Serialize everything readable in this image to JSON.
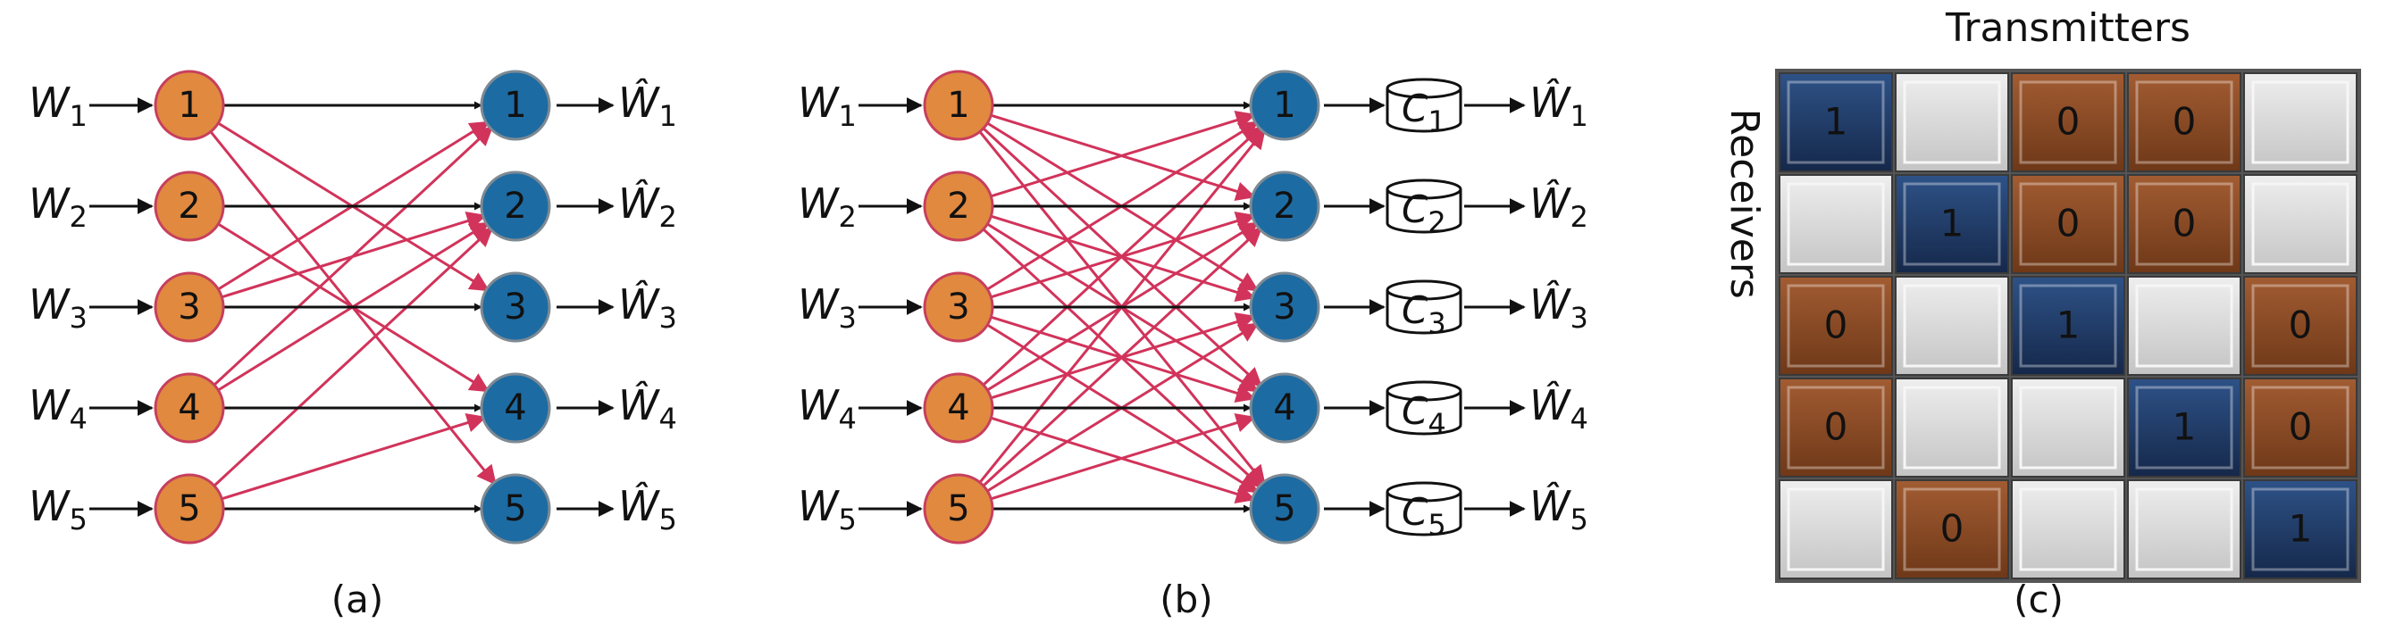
{
  "panels": [
    {
      "caption": "(a)",
      "transmitters": [
        "1",
        "2",
        "3",
        "4",
        "5"
      ],
      "receivers": [
        "1",
        "2",
        "3",
        "4",
        "5"
      ],
      "messages": [
        "W1",
        "W2",
        "W3",
        "W4",
        "W5"
      ],
      "estimates": [
        "Ŵ1",
        "Ŵ2",
        "Ŵ3",
        "Ŵ4",
        "Ŵ5"
      ],
      "cross_links": [
        [
          1,
          3
        ],
        [
          1,
          5
        ],
        [
          2,
          4
        ],
        [
          3,
          1
        ],
        [
          3,
          2
        ],
        [
          4,
          1
        ],
        [
          4,
          2
        ],
        [
          5,
          2
        ],
        [
          5,
          4
        ]
      ]
    },
    {
      "caption": "(b)",
      "transmitters": [
        "1",
        "2",
        "3",
        "4",
        "5"
      ],
      "receivers": [
        "1",
        "2",
        "3",
        "4",
        "5"
      ],
      "messages": [
        "W1",
        "W2",
        "W3",
        "W4",
        "W5"
      ],
      "caches": [
        "C1",
        "C2",
        "C3",
        "C4",
        "C5"
      ],
      "estimates": [
        "Ŵ1",
        "Ŵ2",
        "Ŵ3",
        "Ŵ4",
        "Ŵ5"
      ],
      "cross_links": "all"
    },
    {
      "caption": "(c)",
      "col_label": "Transmitters",
      "row_label": "Receivers",
      "matrix": [
        [
          "1",
          "",
          "0",
          "0",
          ""
        ],
        [
          "",
          "1",
          "0",
          "0",
          ""
        ],
        [
          "0",
          "",
          "1",
          "",
          "0"
        ],
        [
          "0",
          "",
          "",
          "1",
          "0"
        ],
        [
          "",
          "0",
          "",
          "",
          "1"
        ]
      ]
    }
  ],
  "colors": {
    "tx_fill": "#E0893F",
    "tx_stroke": "#C73F5E",
    "rx_fill": "#1D6BA3",
    "rx_stroke": "#7E8A93",
    "cross_link": "#D1335A",
    "direct_link": "#111111",
    "cell_one": "#1F3A66",
    "cell_zero": "#8C4A24",
    "cell_empty": "#D6D6D6"
  }
}
